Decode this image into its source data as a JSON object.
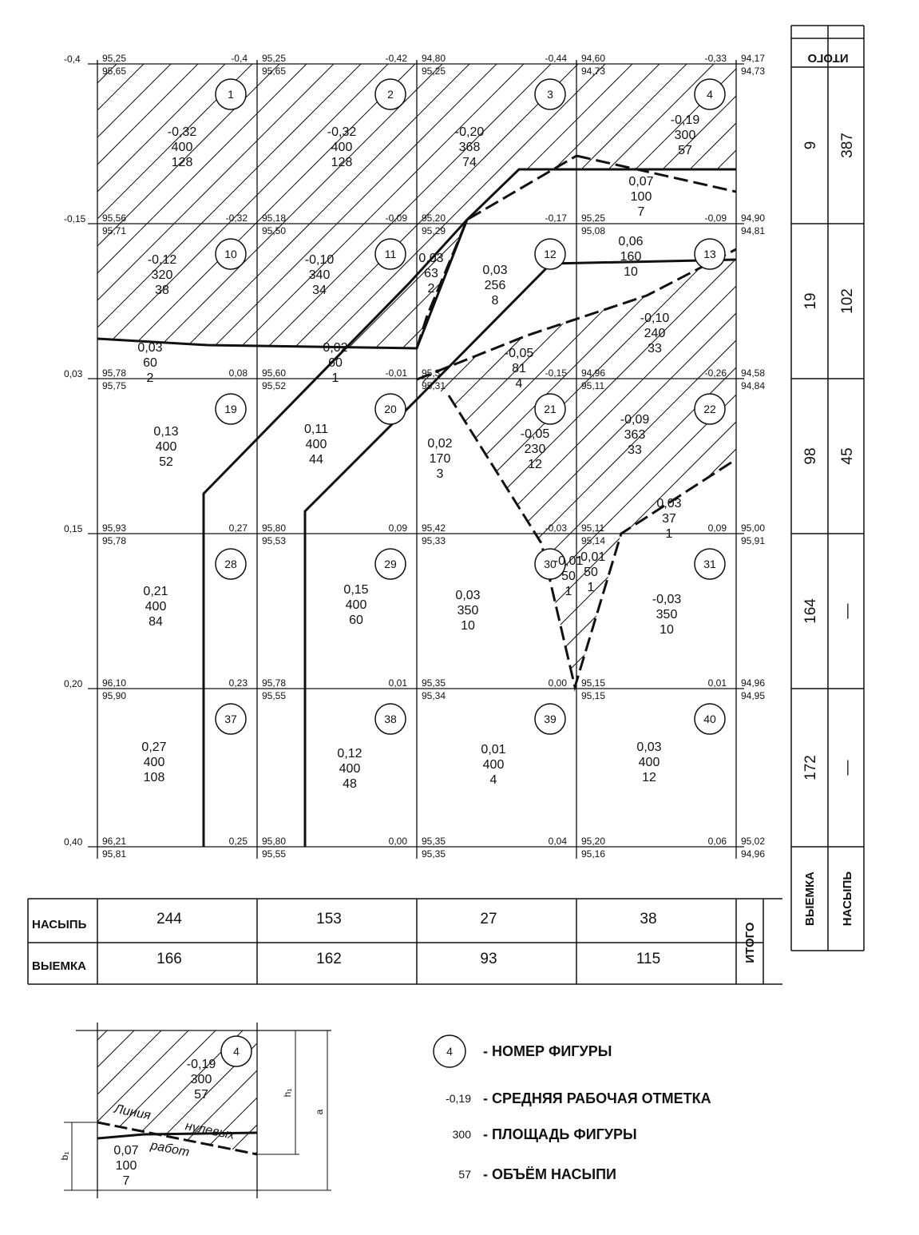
{
  "grid": {
    "work_marks": [
      [
        "-0,4",
        "-0,4",
        "-0,42",
        "-0,44",
        "-0,33"
      ],
      [
        "-0,15",
        "-0,32",
        "-0,09",
        "-0,17",
        "-0,09"
      ],
      [
        "0,03",
        "0,08",
        "-0,01",
        "-0,15",
        "-0,26"
      ],
      [
        "0,15",
        "0,27",
        "0,09",
        "-0,03",
        "0,09"
      ],
      [
        "0,20",
        "0,23",
        "0,01",
        "0,00",
        "0,01"
      ],
      [
        "0,40",
        "0,25",
        "0,00",
        "0,04",
        "0,06"
      ]
    ],
    "design_marks": [
      [
        "95,25",
        "95,25",
        "94,80",
        "94,60",
        "94,17"
      ],
      [
        "95,56",
        "95,18",
        "95,20",
        "95,25",
        "94,90"
      ],
      [
        "95,78",
        "95,60",
        "95,3",
        "94,96",
        "94,58"
      ],
      [
        "95,93",
        "95,80",
        "95,42",
        "95,11",
        "95,00"
      ],
      [
        "96,10",
        "95,78",
        "95,35",
        "95,15",
        "94,96"
      ],
      [
        "96,21",
        "95,80",
        "95,35",
        "95,20",
        "95,02"
      ]
    ],
    "black_marks": [
      [
        "95,65",
        "95,65",
        "95,25",
        "94,73",
        "94,73"
      ],
      [
        "95,71",
        "95,50",
        "95,29",
        "95,08",
        "94,81"
      ],
      [
        "95,75",
        "95,52",
        "95,31",
        "95,11",
        "94,84"
      ],
      [
        "95,78",
        "95,53",
        "95,33",
        "95,14",
        "95,91"
      ],
      [
        "95,90",
        "95,55",
        "95,34",
        "95,15",
        "94,95"
      ],
      [
        "95,81",
        "95,55",
        "95,35",
        "95,16",
        "94,96"
      ]
    ]
  },
  "figures": [
    {
      "num": "1",
      "lines": [
        "-0,32",
        "400",
        "128"
      ]
    },
    {
      "num": "2",
      "lines": [
        "-0,32",
        "400",
        "128"
      ]
    },
    {
      "num": "3",
      "lines": [
        "-0,20",
        "368",
        "74"
      ]
    },
    {
      "num": "4",
      "lines": [
        "-0,19",
        "300",
        "57"
      ]
    },
    {
      "num": "10",
      "lines": [
        "-0,12",
        "320",
        "38"
      ]
    },
    {
      "num": "11",
      "lines": [
        "-0,10",
        "340",
        "34"
      ]
    },
    {
      "num": "12",
      "lines": [
        "0,03",
        "256",
        "8"
      ]
    },
    {
      "num": "13",
      "lines": [
        "-0,10",
        "240",
        "33"
      ]
    },
    {
      "num": "19",
      "lines": [
        "0,13",
        "400",
        "52"
      ]
    },
    {
      "num": "20",
      "lines": [
        "0,11",
        "400",
        "44"
      ]
    },
    {
      "num": "21",
      "lines": [
        "-0,05",
        "230",
        "12"
      ]
    },
    {
      "num": "22",
      "lines": [
        "-0,09",
        "363",
        "33"
      ]
    },
    {
      "num": "28",
      "lines": [
        "0,21",
        "400",
        "84"
      ]
    },
    {
      "num": "29",
      "lines": [
        "0,15",
        "400",
        "60"
      ]
    },
    {
      "num": "30",
      "lines": [
        "-0,01",
        "50",
        "1"
      ]
    },
    {
      "num": "31",
      "lines": [
        "-0,03",
        "350",
        "10"
      ]
    },
    {
      "num": "37",
      "lines": [
        "0,27",
        "400",
        "108"
      ]
    },
    {
      "num": "38",
      "lines": [
        "0,12",
        "400",
        "48"
      ]
    },
    {
      "num": "39",
      "lines": [
        "0,01",
        "400",
        "4"
      ]
    },
    {
      "num": "40",
      "lines": [
        "0,03",
        "400",
        "12"
      ]
    }
  ],
  "extra_labels": [
    [
      "0,07",
      "100",
      "7"
    ],
    [
      "0,06",
      "160",
      "10"
    ],
    [
      "0,03",
      "63",
      "2"
    ],
    [
      "0,03",
      "60",
      "2"
    ],
    [
      "0,02",
      "60",
      "1"
    ],
    [
      "-0,05",
      "81",
      "4"
    ],
    [
      "0,02",
      "170",
      "3"
    ],
    [
      "0,03",
      "37",
      "1"
    ],
    [
      "-0,01",
      "50",
      "1"
    ],
    [
      "0,03",
      "350",
      "10"
    ]
  ],
  "bottom_table": {
    "row_labels": [
      "НАСЫПЬ",
      "ВЫЕМКА"
    ],
    "fill": [
      "244",
      "153",
      "27",
      "38"
    ],
    "cut": [
      "166",
      "162",
      "93",
      "115"
    ],
    "total_label": "ИТОГО"
  },
  "right_table": {
    "header": "ИТОГО",
    "cut": [
      "9",
      "19",
      "98",
      "164",
      "172"
    ],
    "fill": [
      "387",
      "102",
      "45",
      "—",
      "—"
    ],
    "labels": [
      "ВЫЕМКА",
      "НАСЫПЬ"
    ]
  },
  "legend": {
    "items": [
      {
        "key": "4",
        "text": "- НОМЕР ФИГУРЫ"
      },
      {
        "key": "-0,19",
        "text": "- СРЕДНЯЯ РАБОЧАЯ ОТМЕТКА"
      },
      {
        "key": "300",
        "text": "- ПЛОЩАДЬ ФИГУРЫ"
      },
      {
        "key": "57",
        "text": "- ОБЪЁМ НАСЫПИ"
      }
    ]
  },
  "inset": {
    "num": "4",
    "upper": [
      "-0,19",
      "300",
      "57"
    ],
    "lower": [
      "0,07",
      "100",
      "7"
    ],
    "line_words": [
      "Линия",
      "нулевых",
      "работ"
    ],
    "dim_labels": [
      "h₁",
      "a",
      "b₁"
    ]
  },
  "colors": {
    "ink": "#111111",
    "paper": "#ffffff"
  }
}
